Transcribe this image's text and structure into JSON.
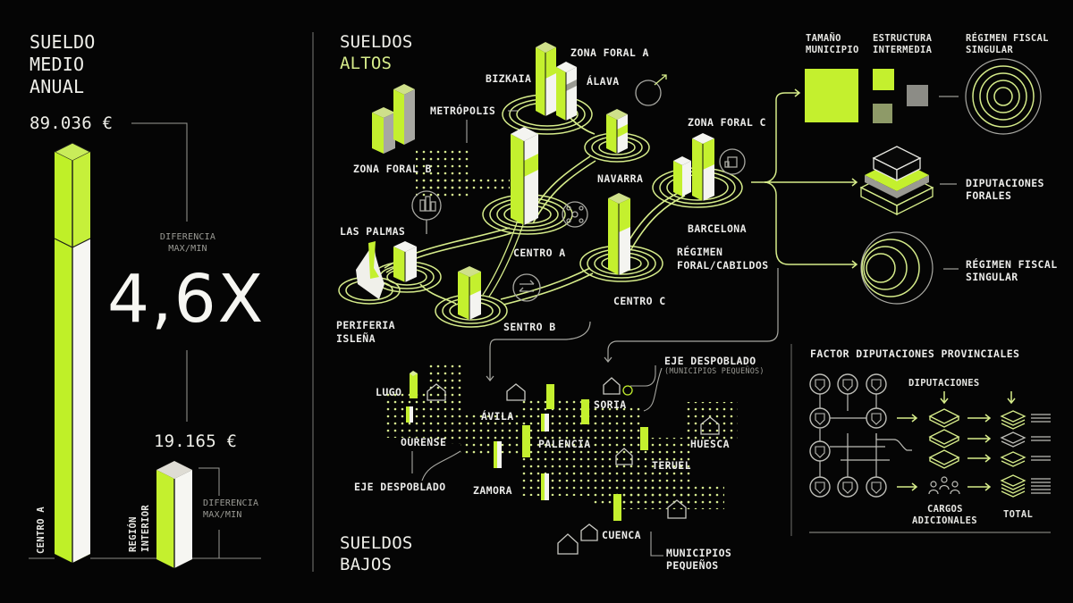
{
  "left_panel": {
    "title": [
      "SUELDO",
      "MEDIO",
      "ANUAL"
    ],
    "max_value": "89.036 €",
    "min_value": "19.165 €",
    "ratio": "4,6X",
    "ratio_label": [
      "DIFERENCIA",
      "MAX/MIN"
    ],
    "ratio_label_small": [
      "DIFERENCIA",
      "MAX/MIN"
    ],
    "bar_max_label": "CENTRO A",
    "bar_min_label": [
      "REGIÓN",
      "INTERIOR"
    ]
  },
  "high_salaries": {
    "title": [
      "SUELDOS",
      "ALTOS"
    ],
    "labels": {
      "zona_foral_a": "ZONA FORAL A",
      "bizkaia": "BIZKAIA",
      "alava": "ÁLAVA",
      "metropolis": "METRÓPOLIS",
      "zona_foral_b": "ZONA FORAL B",
      "zona_foral_c": "ZONA FORAL C",
      "navarra": "NAVARRA",
      "las_palmas": "LAS PALMAS",
      "centro_a": "CENTRO A",
      "barcelona": "BARCELONA",
      "regimen_foral": [
        "RÉGIMEN",
        "FORAL/CABILDOS"
      ],
      "periferia": [
        "PERIFERIA",
        "ISLEÑA"
      ],
      "sentro_b": "SENTRO B",
      "centro_c": "CENTRO C"
    }
  },
  "low_salaries": {
    "title": [
      "SUELDOS",
      "BAJOS"
    ],
    "labels": {
      "lugo": "LUGO",
      "avila": "ÁVILA",
      "soria": "SORIA",
      "ourense": "OURENSE",
      "palencia": "PALENCIA",
      "huesca": "HUESCA",
      "teruel": "TERUEL",
      "eje_despoblado": "EJE DESPOBLADO",
      "zamora": "ZAMORA",
      "cuenca": "CUENCA",
      "municipios_pequenos": [
        "MUNICIPIOS",
        "PEQUEÑOS"
      ],
      "eje_despoblado_top": "EJE DESPOBLADO",
      "eje_despoblado_sub": "(MUNICIPIOS PEQUEÑOS)"
    }
  },
  "factors": {
    "headers": {
      "tamano": [
        "TAMAÑO",
        "MUNICIPIO"
      ],
      "estructura": [
        "ESTRUCTURA",
        "INTERMEDIA"
      ],
      "regimen_top": [
        "RÉGIMEN FISCAL",
        "SINGULAR"
      ]
    },
    "diputaciones_forales": [
      "DIPUTACIONES",
      "FORALES"
    ],
    "regimen_bottom": [
      "RÉGIMEN FISCAL",
      "SINGULAR"
    ]
  },
  "provincial_factor": {
    "title": "FACTOR DIPUTACIONES PROVINCIALES",
    "diputaciones": "DIPUTACIONES",
    "cargos": [
      "CARGOS",
      "ADICIONALES"
    ],
    "total": "TOTAL"
  },
  "colors": {
    "accent": "#c8f23a",
    "line_lime": "#d6ec8a",
    "background": "#050505",
    "text": "#ececea",
    "muted": "#8f8f8a"
  },
  "chart_data": {
    "type": "bar",
    "title": "SUELDO MEDIO ANUAL",
    "categories": [
      "CENTRO A",
      "REGIÓN INTERIOR"
    ],
    "values": [
      89036,
      19165
    ],
    "unit": "€",
    "annotation": "DIFERENCIA MAX/MIN 4,6X"
  }
}
